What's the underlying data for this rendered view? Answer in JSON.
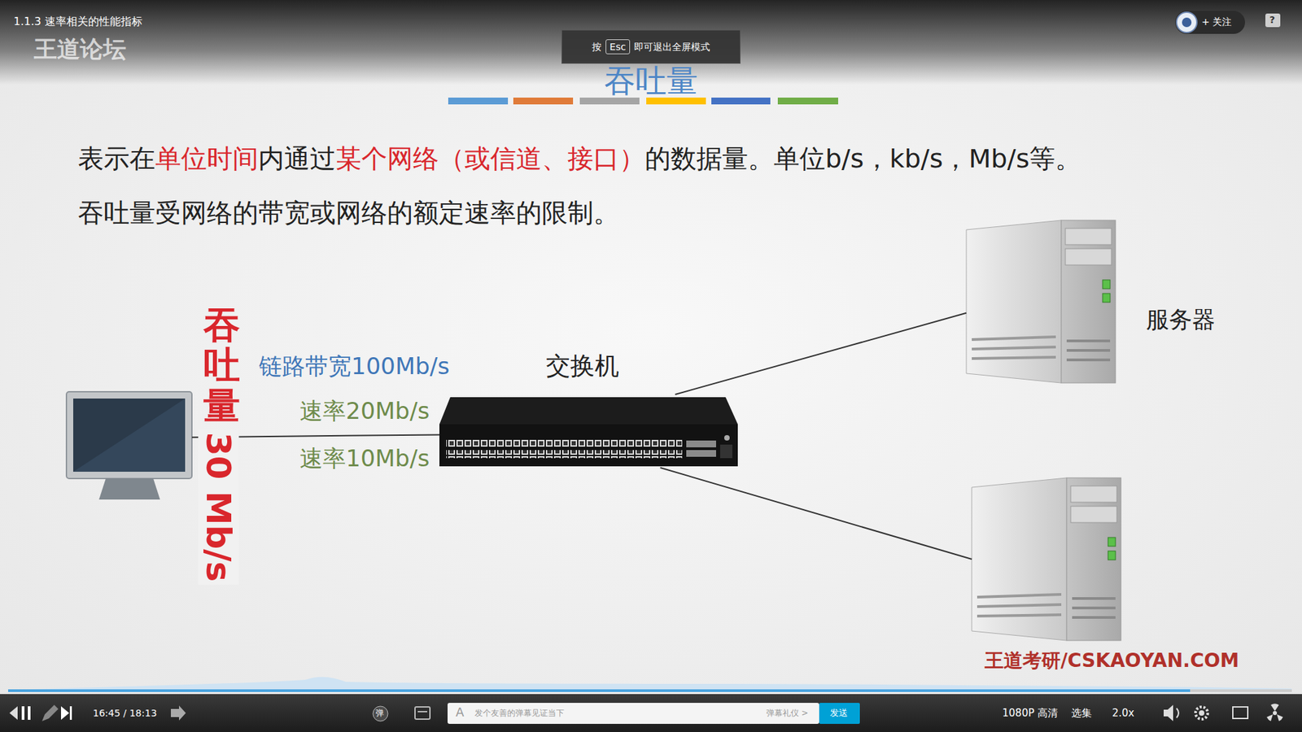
{
  "diagram": {
    "title": "吞吐量",
    "nodes": [
      {
        "text": []
      },
      {
        "text": [
          "交换机"
        ]
      },
      {
        "text": [
          "服务器"
        ]
      },
      {
        "text": []
      }
    ],
    "edges": [
      {
        "from": 0,
        "to": 1,
        "arrow": "none"
      },
      {
        "from": 1,
        "to": 2,
        "arrow": "none"
      },
      {
        "from": 1,
        "to": 3,
        "arrow": "none"
      }
    ],
    "labels": [
      "1.1.3 速率相关的性能指标",
      "王道论坛",
      "按",
      "Esc",
      "即可退出全屏模式",
      "表示在",
      "单位时间",
      "内通过",
      "某个网络（或信道、接口）",
      "的数据量。单位b/s，kb/s，Mb/s等。",
      "吞吐量受网络的带宽或网络的额定速率的限制。",
      "吞吐量",
      "30 Mb/s",
      "链路带宽100Mb/s",
      "速率20Mb/s",
      "速率10Mb/s",
      "+ 关注",
      "?",
      "16:45 / 18:13",
      "弹",
      "A",
      "发个友善的弹幕见证当下",
      "弹幕礼仪 >",
      "发送",
      "1080P 高清",
      "选集",
      "2.0x",
      "王道考研/CSKAOYAN.COM"
    ]
  }
}
